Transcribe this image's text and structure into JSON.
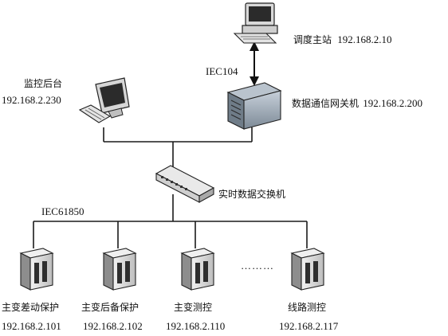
{
  "dispatch_master": {
    "name": "调度主站",
    "ip": "192.168.2.10"
  },
  "protocol_upper": "IEC104",
  "monitor_backend": {
    "name": "监控后台",
    "ip": "192.168.2.230"
  },
  "gateway": {
    "name": "数据通信网关机",
    "ip": "192.168.2.200"
  },
  "switch": {
    "name": "实时数据交换机"
  },
  "protocol_lower": "IEC61850",
  "ellipsis": "………",
  "devices": [
    {
      "name": "主变差动保护",
      "ip": "192.168.2.101"
    },
    {
      "name": "主变后备保护",
      "ip": "192.168.2.102"
    },
    {
      "name": "主变测控",
      "ip": "192.168.2.110"
    },
    {
      "name": "线路测控",
      "ip": "192.168.2.117"
    }
  ],
  "colors": {
    "line": "#1a1a1a",
    "device_body": "#e6e6e6",
    "device_dark": "#3a3a3a",
    "gateway_body": "#9aa6b2"
  }
}
